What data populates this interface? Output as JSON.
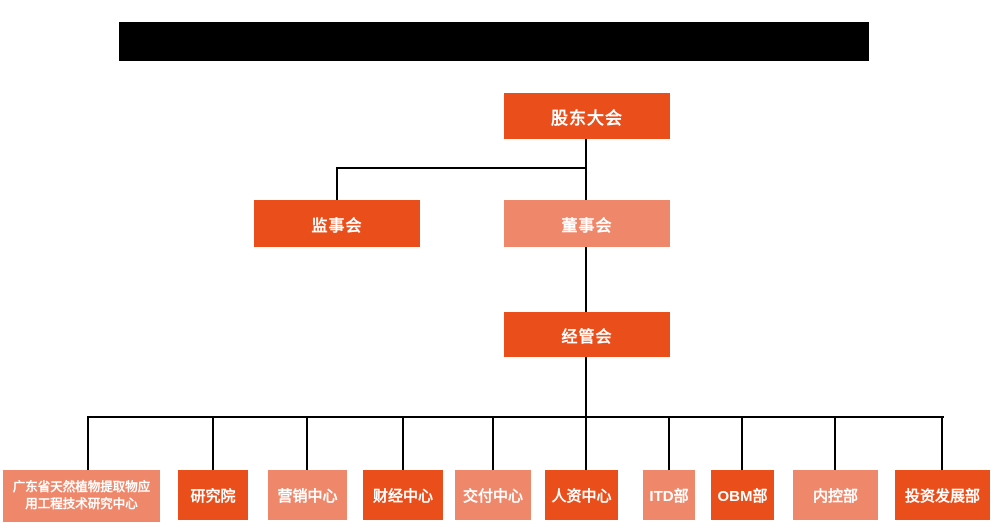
{
  "title_bar": {
    "redacted": true
  },
  "colors": {
    "primary": "#E94E1B",
    "secondary": "#EF876B",
    "line": "#000000",
    "background": "#FFFFFF",
    "text": "#FFFFFF",
    "redacted_bar": "#000000"
  },
  "org": {
    "root": {
      "label": "股东大会",
      "variant": "dark"
    },
    "level2": [
      {
        "label": "监事会",
        "variant": "dark"
      },
      {
        "label": "董事会",
        "variant": "light"
      }
    ],
    "level3": {
      "label": "经管会",
      "variant": "dark"
    },
    "departments": [
      {
        "label": "广东省天然植物提取物应用工程技术研究中心",
        "variant": "light"
      },
      {
        "label": "研究院",
        "variant": "dark"
      },
      {
        "label": "营销中心",
        "variant": "light"
      },
      {
        "label": "财经中心",
        "variant": "dark"
      },
      {
        "label": "交付中心",
        "variant": "light"
      },
      {
        "label": "人资中心",
        "variant": "dark"
      },
      {
        "label": "ITD部",
        "variant": "light"
      },
      {
        "label": "OBM部",
        "variant": "dark"
      },
      {
        "label": "内控部",
        "variant": "light"
      },
      {
        "label": "投资发展部",
        "variant": "dark"
      }
    ]
  }
}
